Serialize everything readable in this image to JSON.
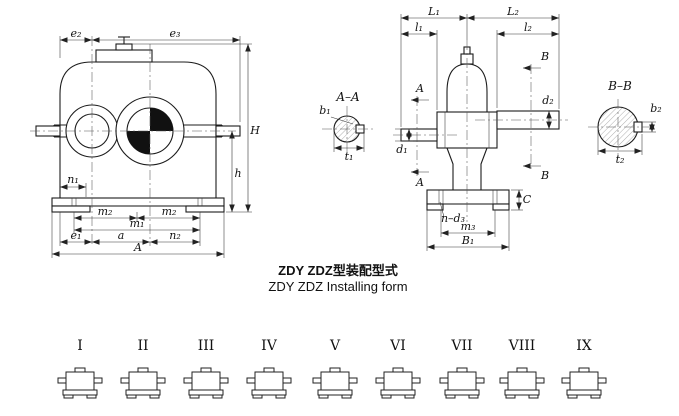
{
  "caption": {
    "title_zh": "ZDY ZDZ型装配型式",
    "title_en": "ZDY ZDZ Installing form"
  },
  "front_view": {
    "dim_labels": {
      "e2": "e₂",
      "e3": "e₃",
      "H": "H",
      "h": "h",
      "n1": "n₁",
      "m2_left": "m₂",
      "m2_right": "m₂",
      "m1": "m₁",
      "e1": "e₁",
      "a": "a",
      "n2": "n₂",
      "A": "A"
    }
  },
  "section_aa": {
    "title": "A–A",
    "dim_labels": {
      "b1": "b₁",
      "t1": "t₁"
    }
  },
  "side_view": {
    "dim_labels": {
      "L1": "L₁",
      "L2": "L₂",
      "l1": "l₁",
      "l2": "l₂",
      "d1": "d₁",
      "d2": "d₂",
      "C": "C",
      "n_d3": "n–d₃",
      "m3": "m₃",
      "B1": "B₁"
    },
    "section_marks": {
      "A_top": "A",
      "A_bottom": "A",
      "B_top": "B",
      "B_bottom": "B"
    }
  },
  "section_bb": {
    "title": "B–B",
    "dim_labels": {
      "b2": "b₂",
      "t2": "t₂"
    }
  },
  "installing_forms": {
    "labels": [
      "I",
      "II",
      "III",
      "IV",
      "V",
      "VI",
      "VII",
      "VIII",
      "IX"
    ]
  }
}
